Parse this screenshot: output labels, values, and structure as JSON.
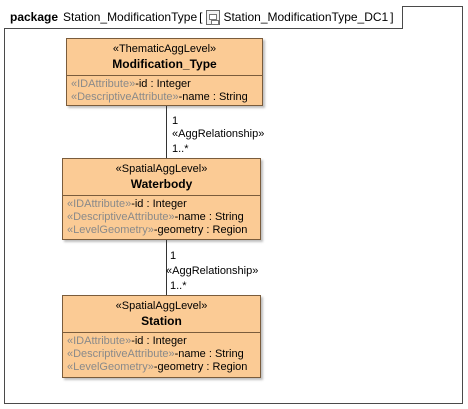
{
  "frame": {
    "keyword": "package",
    "name": "Station_ModificationType",
    "diagram_label": "Station_ModificationType_DC1"
  },
  "classes": [
    {
      "stereotype": "«ThematicAggLevel»",
      "name": "Modification_Type",
      "attributes": [
        {
          "stereotype": "«IDAttribute»",
          "text": "-id : Integer"
        },
        {
          "stereotype": "«DescriptiveAttribute»",
          "text": "-name : String"
        }
      ]
    },
    {
      "stereotype": "«SpatialAggLevel»",
      "name": "Waterbody",
      "attributes": [
        {
          "stereotype": "«IDAttribute»",
          "text": "-id : Integer"
        },
        {
          "stereotype": "«DescriptiveAttribute»",
          "text": "-name : String"
        },
        {
          "stereotype": "«LevelGeometry»",
          "text": "-geometry : Region"
        }
      ]
    },
    {
      "stereotype": "«SpatialAggLevel»",
      "name": "Station",
      "attributes": [
        {
          "stereotype": "«IDAttribute»",
          "text": "-id : Integer"
        },
        {
          "stereotype": "«DescriptiveAttribute»",
          "text": "-name : String"
        },
        {
          "stereotype": "«LevelGeometry»",
          "text": "-geometry : Region"
        }
      ]
    }
  ],
  "associations": [
    {
      "source_mult": "1",
      "stereotype": "«AggRelationship»",
      "target_mult": "1..*"
    },
    {
      "source_mult": "1",
      "stereotype": "«AggRelationship»",
      "target_mult": "1..*"
    }
  ]
}
